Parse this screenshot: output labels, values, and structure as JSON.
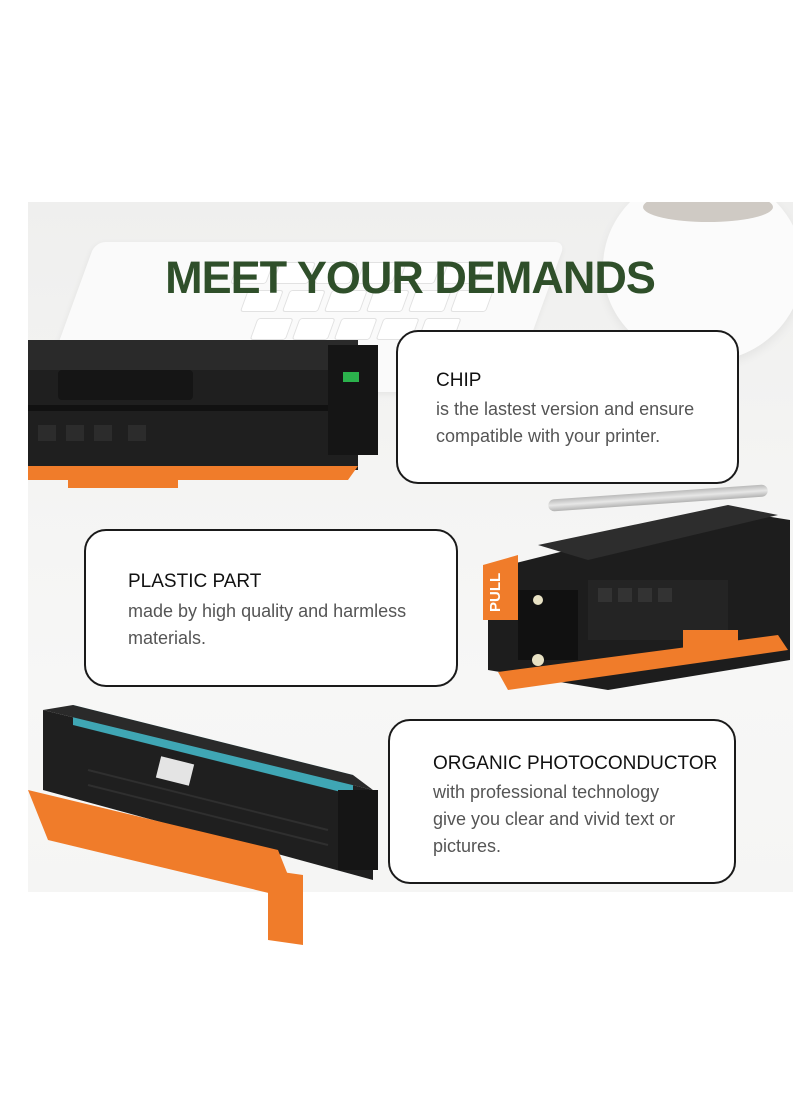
{
  "headline": "MEET YOUR DEMANDS",
  "colors": {
    "headline": "#2f4f2a",
    "cartridge_body": "#1c1c1c",
    "cartridge_cover": "#f07c2a",
    "drum": "#3fa6b4"
  },
  "callouts": [
    {
      "title": "CHIP",
      "lines": [
        "is the lastest version and ensure",
        "compatible with your printer."
      ]
    },
    {
      "title": "PLASTIC PART",
      "lines": [
        "made by high quality and harmless",
        "materials."
      ]
    },
    {
      "title": "ORGANIC PHOTOCONDUCTOR",
      "lines": [
        "with professional technology",
        "give you clear and vivid text or",
        "pictures."
      ]
    }
  ],
  "pull_tab_label": "PULL"
}
